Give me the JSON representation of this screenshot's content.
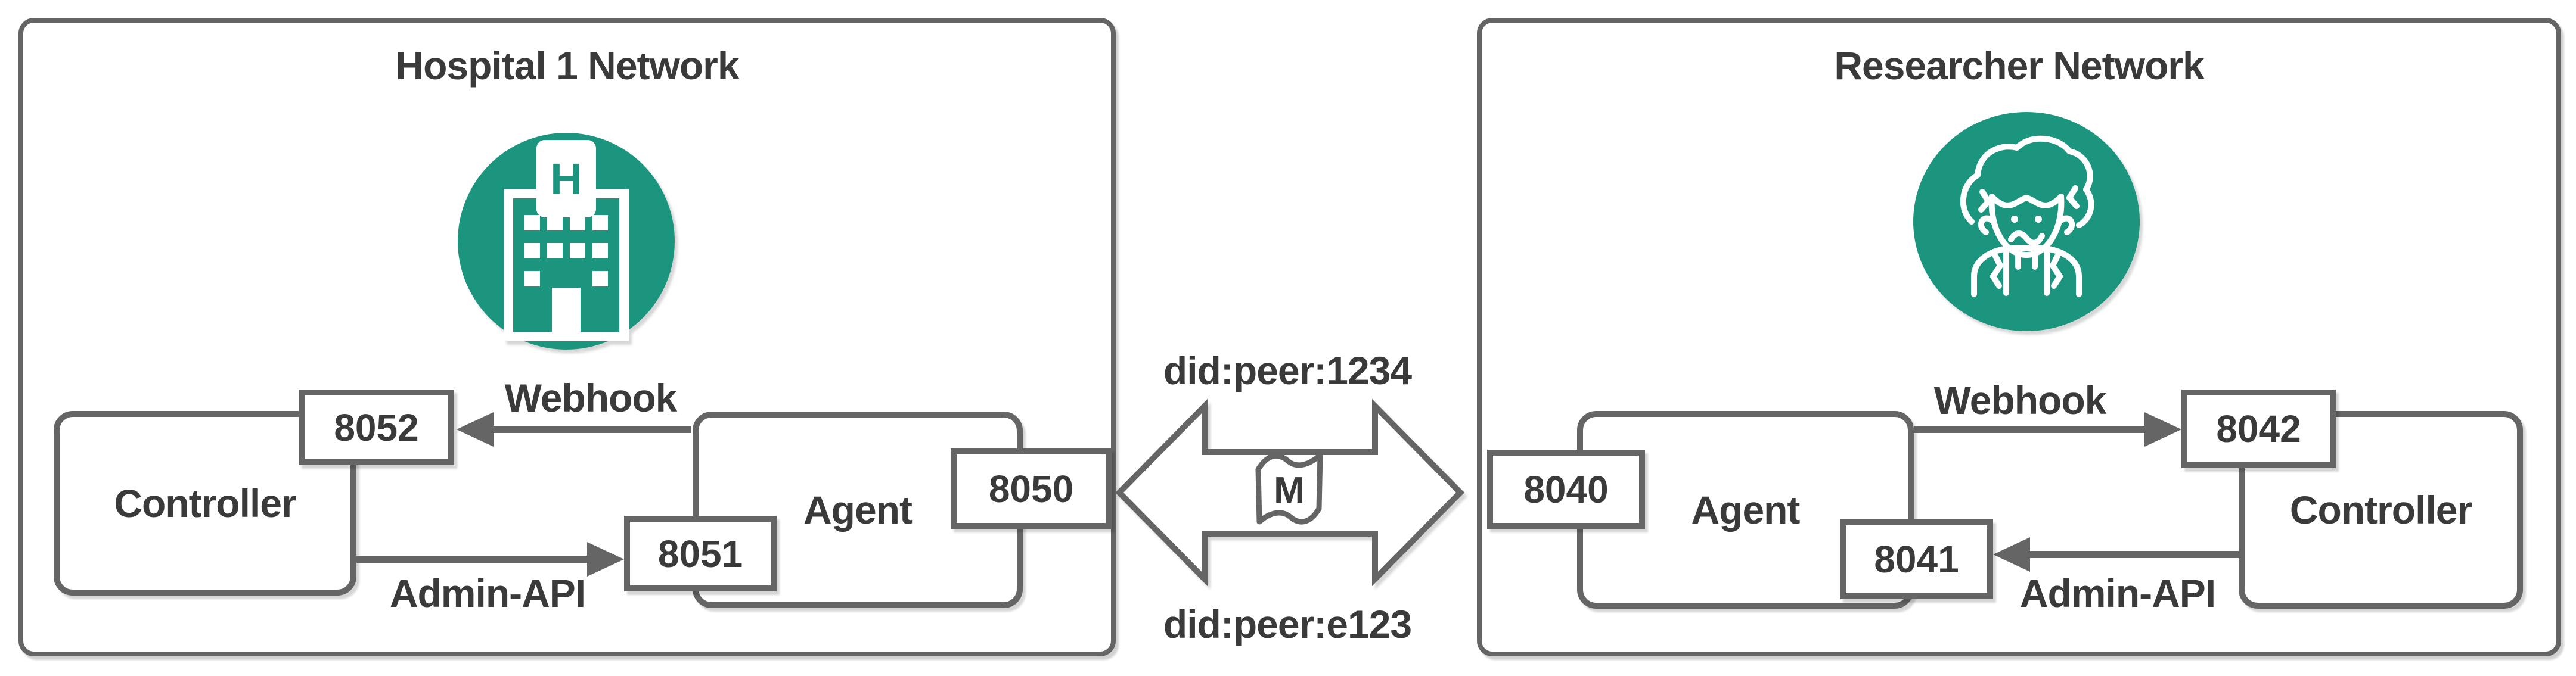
{
  "diagram": {
    "networks": [
      {
        "title": "Hospital 1 Network",
        "icon": "hospital-icon",
        "icon_letter": "H",
        "controller_label": "Controller",
        "agent_label": "Agent",
        "webhook_label": "Webhook",
        "admin_api_label": "Admin-API",
        "ports": {
          "webhook": "8052",
          "admin_api": "8051",
          "agent_endpoint": "8050"
        }
      },
      {
        "title": "Researcher Network",
        "icon": "researcher-icon",
        "controller_label": "Controller",
        "agent_label": "Agent",
        "webhook_label": "Webhook",
        "admin_api_label": "Admin-API",
        "ports": {
          "agent_endpoint": "8040",
          "admin_api": "8041",
          "webhook": "8042"
        }
      }
    ],
    "connection": {
      "did_top": "did:peer:1234",
      "did_bottom": "did:peer:e123",
      "message_icon_letter": "M"
    },
    "colors": {
      "accent_teal": "#1e957f",
      "stroke_gray": "#656565",
      "text_dark": "#3a3a3a"
    }
  }
}
